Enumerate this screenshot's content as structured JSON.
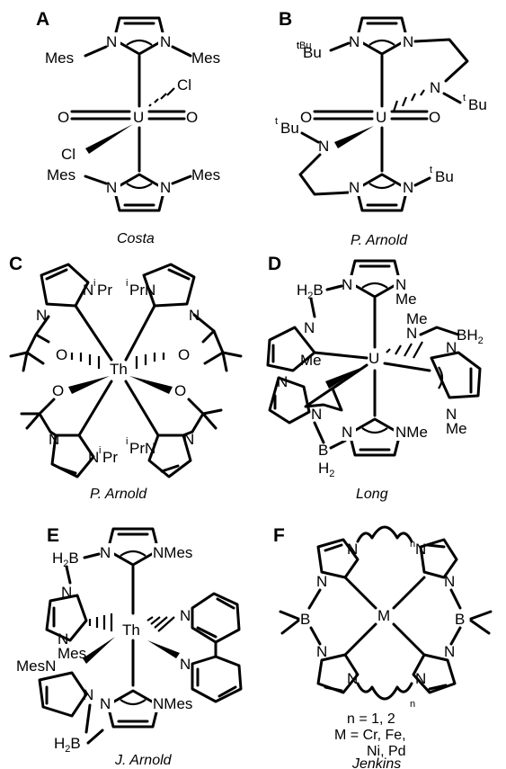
{
  "panels": [
    {
      "letter": "A",
      "caption": "Costa"
    },
    {
      "letter": "B",
      "caption": "P. Arnold"
    },
    {
      "letter": "C",
      "caption": "P. Arnold"
    },
    {
      "letter": "D",
      "caption": "Long"
    },
    {
      "letter": "E",
      "caption": "J. Arnold"
    },
    {
      "letter": "F",
      "caption": "Jenkins"
    }
  ],
  "labels": {
    "mes": "Mes",
    "n": "N",
    "o": "O",
    "cl": "Cl",
    "u": "U",
    "th": "Th",
    "m": "M",
    "b": "B",
    "h2b": "H2B",
    "bh2": "BH2",
    "tbu": "tBu",
    "ipr": "iPr",
    "me": "Me",
    "nme": "NMe",
    "nmes": "NMes",
    "mesn": "MesN",
    "h": "H",
    "two": "2",
    "sub_n": "n"
  },
  "notes": {
    "n_values": "n = 1, 2",
    "m_values_1": "M = Cr, Fe,",
    "m_values_2": "Ni, Pd"
  }
}
